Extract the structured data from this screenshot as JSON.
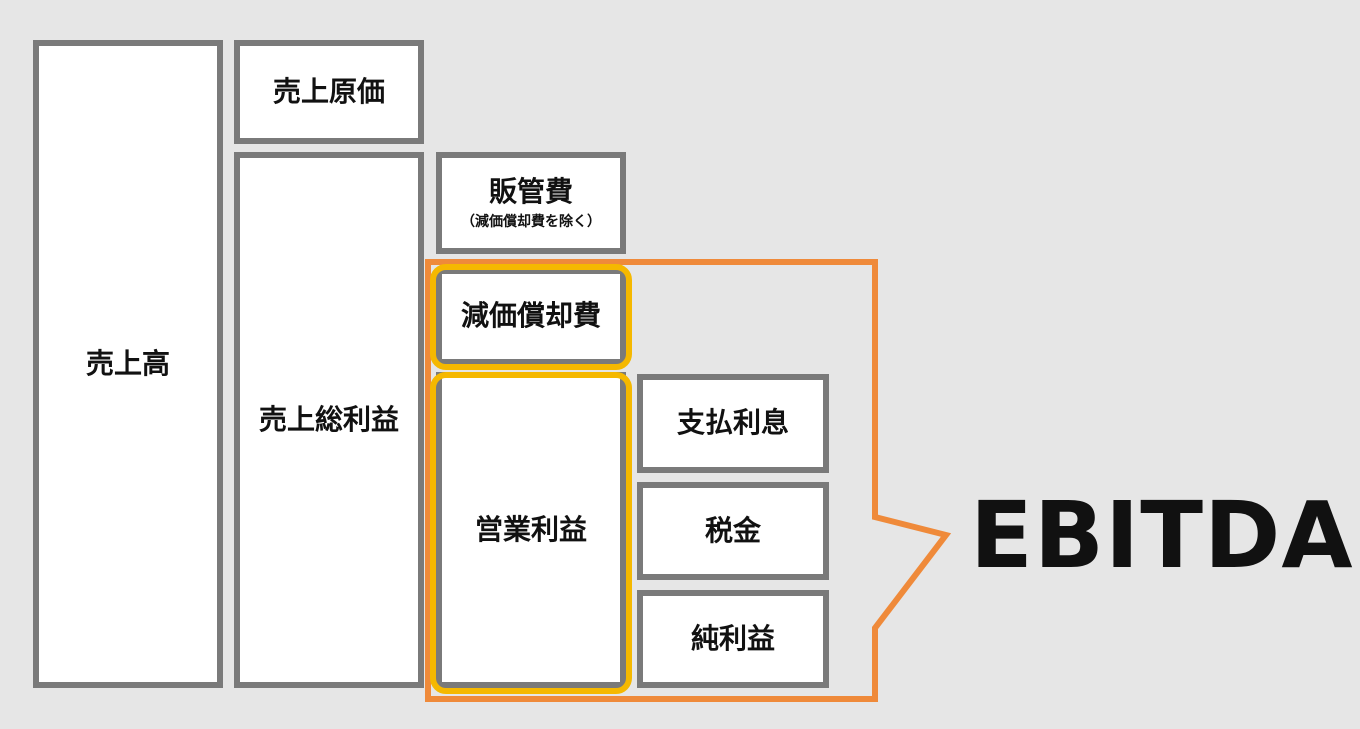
{
  "diagram": {
    "blocks": {
      "sales": "売上高",
      "cost_of_sales": "売上原価",
      "gross_profit": "売上総利益",
      "sga": "販管費",
      "sga_note": "（減価償却費を除く）",
      "depreciation": "減価償却費",
      "operating_profit": "営業利益",
      "interest_paid": "支払利息",
      "taxes": "税金",
      "net_profit": "純利益"
    },
    "callout_label": "EBITDA",
    "colors": {
      "background": "#e6e6e6",
      "box_fill": "#ffffff",
      "box_border": "#7a7a7a",
      "highlight": "#f5b800",
      "callout": "#ef8a3a"
    }
  }
}
